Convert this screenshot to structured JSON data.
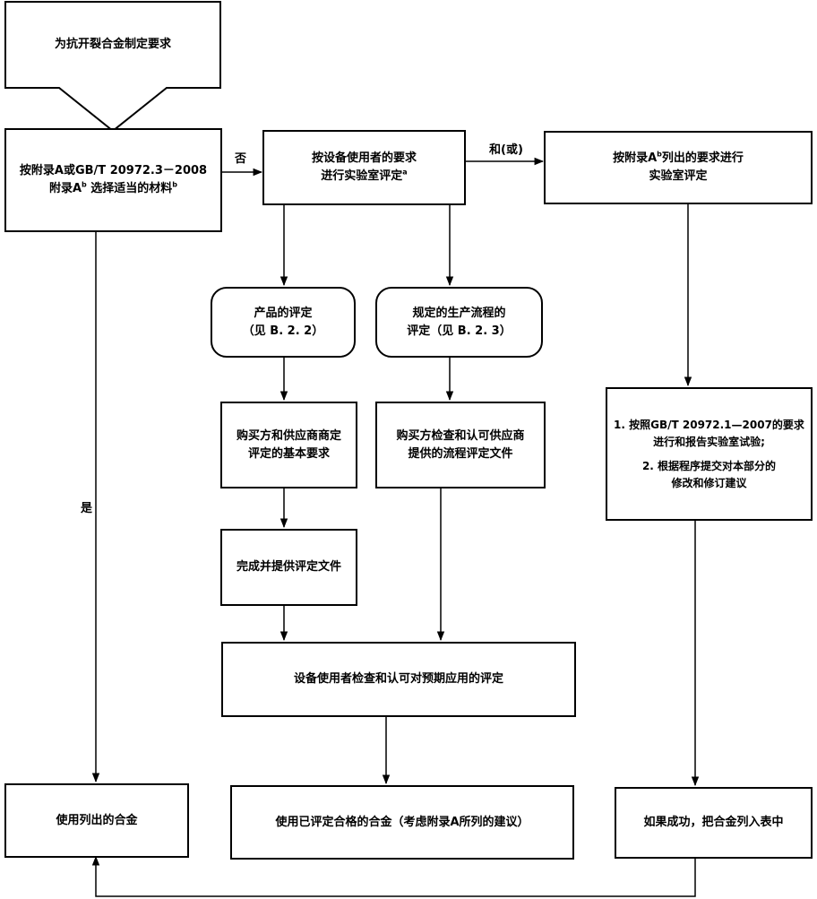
{
  "nodes": {
    "start": {
      "lines": [
        "为抗开裂合金制定要求"
      ]
    },
    "select": {
      "lines": [
        "按附录A或GB/T 20972.3－2008",
        "附录A",
        "选择适当的材料"
      ],
      "sup_a": "b",
      "sup_b": "b"
    },
    "lab_user": {
      "lines": [
        "按设备使用者的要求",
        "进行实验室评定"
      ],
      "sup": "a"
    },
    "lab_annex": {
      "lines": [
        "按附录A",
        "列出的要求进行",
        "实验室评定"
      ],
      "sup": "b"
    },
    "product_eval": {
      "lines": [
        "产品的评定",
        "（见 B. 2. 2）"
      ]
    },
    "process_eval": {
      "lines": [
        "规定的生产流程的",
        "评定（见 B. 2. 3）"
      ]
    },
    "buyer_agree": {
      "lines": [
        "购买方和供应商商定",
        "评定的基本要求"
      ]
    },
    "buyer_check": {
      "lines": [
        "购买方检查和认可供应商",
        "提供的流程评定文件"
      ]
    },
    "test_report": {
      "item1": [
        "1. 按照GB/T 20972.1—2007的要求",
        "进行和报告实验室试验;"
      ],
      "item2": [
        "2. 根据程序提交对本部分的",
        "修改和修订建议"
      ]
    },
    "complete_docs": {
      "lines": [
        "完成并提供评定文件"
      ]
    },
    "user_check": {
      "lines": [
        "设备使用者检查和认可对预期应用的评定"
      ]
    },
    "use_listed": {
      "lines": [
        "使用列出的合金"
      ]
    },
    "use_qualified": {
      "lines": [
        "使用已评定合格的合金（考虑附录A所列的建议）"
      ]
    },
    "if_success": {
      "lines": [
        "如果成功，把合金列入表中"
      ]
    }
  },
  "edge_labels": {
    "no": "否",
    "and_or": "和(或)",
    "yes": "是"
  }
}
